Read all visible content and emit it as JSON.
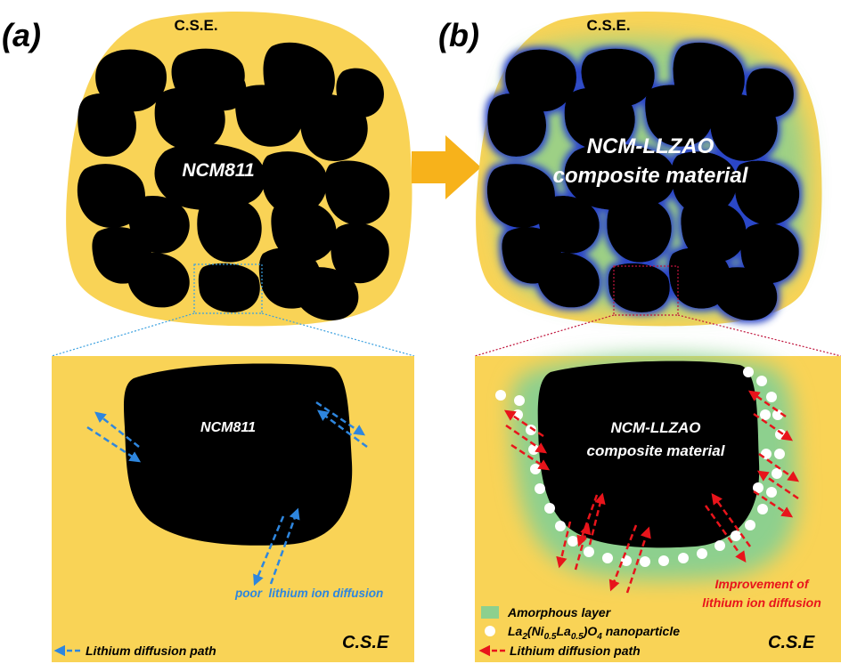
{
  "panel_a": {
    "tag": "(a)",
    "top_label": "C.S.E.",
    "center_label": "NCM811",
    "zoom_label": "NCM811",
    "poor_diffusion": "poor  lithium ion diffusion",
    "legend_path": "Lithium diffusion path",
    "cse_label": "C.S.E"
  },
  "panel_b": {
    "tag": "(b)",
    "top_label": "C.S.E.",
    "center_label_1": "NCM-LLZAO",
    "center_label_2": "composite  material",
    "zoom_label_1": "NCM-LLZAO",
    "zoom_label_2": "composite material",
    "improvement_1": "Improvement of",
    "improvement_2": "lithium ion diffusion",
    "legend_amorphous": "Amorphous layer",
    "legend_nanoparticle_parts": [
      "La",
      "2",
      "(Ni",
      "0.5",
      "La",
      "0.5",
      ")O",
      "4",
      " nanoparticle"
    ],
    "legend_path": "Lithium diffusion path",
    "cse_label": "C.S.E"
  },
  "colors": {
    "electrolyte": "#F9D356",
    "particle": "#000000",
    "coating_glow": "#2C46C8",
    "amorphous": "#8DD08E",
    "arrow_blue": "#2E86DE",
    "arrow_red": "#E8141B",
    "big_arrow": "#F7B21B",
    "zoom_line_a": "#3AA0E0",
    "zoom_line_b": "#C0143C"
  }
}
